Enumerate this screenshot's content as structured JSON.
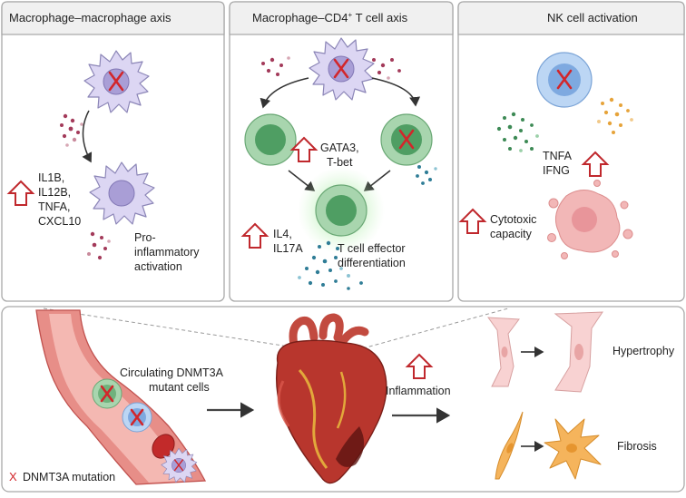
{
  "colors": {
    "panel_border": "#a9a9a9",
    "header_fill": "#f0f0f0",
    "up_arrow": "#c0282d",
    "mutation_x": "#d2262b",
    "macrophage": "#cbc3ee",
    "t_cell": "#8fca9c",
    "nk_cell": "#a9c8ef",
    "vessel": "#d9706c",
    "heart": "#b8362d"
  },
  "icons": [
    "up-arrow-icon",
    "mutation-x-icon",
    "macrophage-icon",
    "t-cell-icon",
    "nk-cell-icon",
    "heart-icon",
    "blood-vessel-icon",
    "cardiomyocyte-icon",
    "fibroblast-icon"
  ],
  "panels": {
    "macrophage": {
      "title": "Macrophage–macrophage axis",
      "cytokines": [
        "IL1B,",
        "IL12B,",
        "TNFA,",
        "CXCL10"
      ],
      "outcome": [
        "Pro-",
        "inflammatory",
        "activation"
      ]
    },
    "tcell": {
      "title_main": "Macrophage–CD4",
      "title_sup": "+",
      "title_end": " T cell axis",
      "tf": [
        "GATA3,",
        "T-bet"
      ],
      "cytokines": [
        "IL4,",
        "IL17A"
      ],
      "outcome": [
        "T cell effector",
        "differentiation"
      ]
    },
    "nk": {
      "title": "NK cell activation",
      "cytokines": [
        "TNFA",
        "IFNG"
      ],
      "outcome": [
        "Cytotoxic",
        "capacity"
      ]
    }
  },
  "bottom": {
    "circulating": [
      "Circulating DNMT3A",
      "mutant cells"
    ],
    "mutation_legend_mark": "X",
    "mutation_legend": "DNMT3A mutation",
    "inflammation": "Inflammation",
    "hypertrophy": "Hypertrophy",
    "fibrosis": "Fibrosis"
  }
}
